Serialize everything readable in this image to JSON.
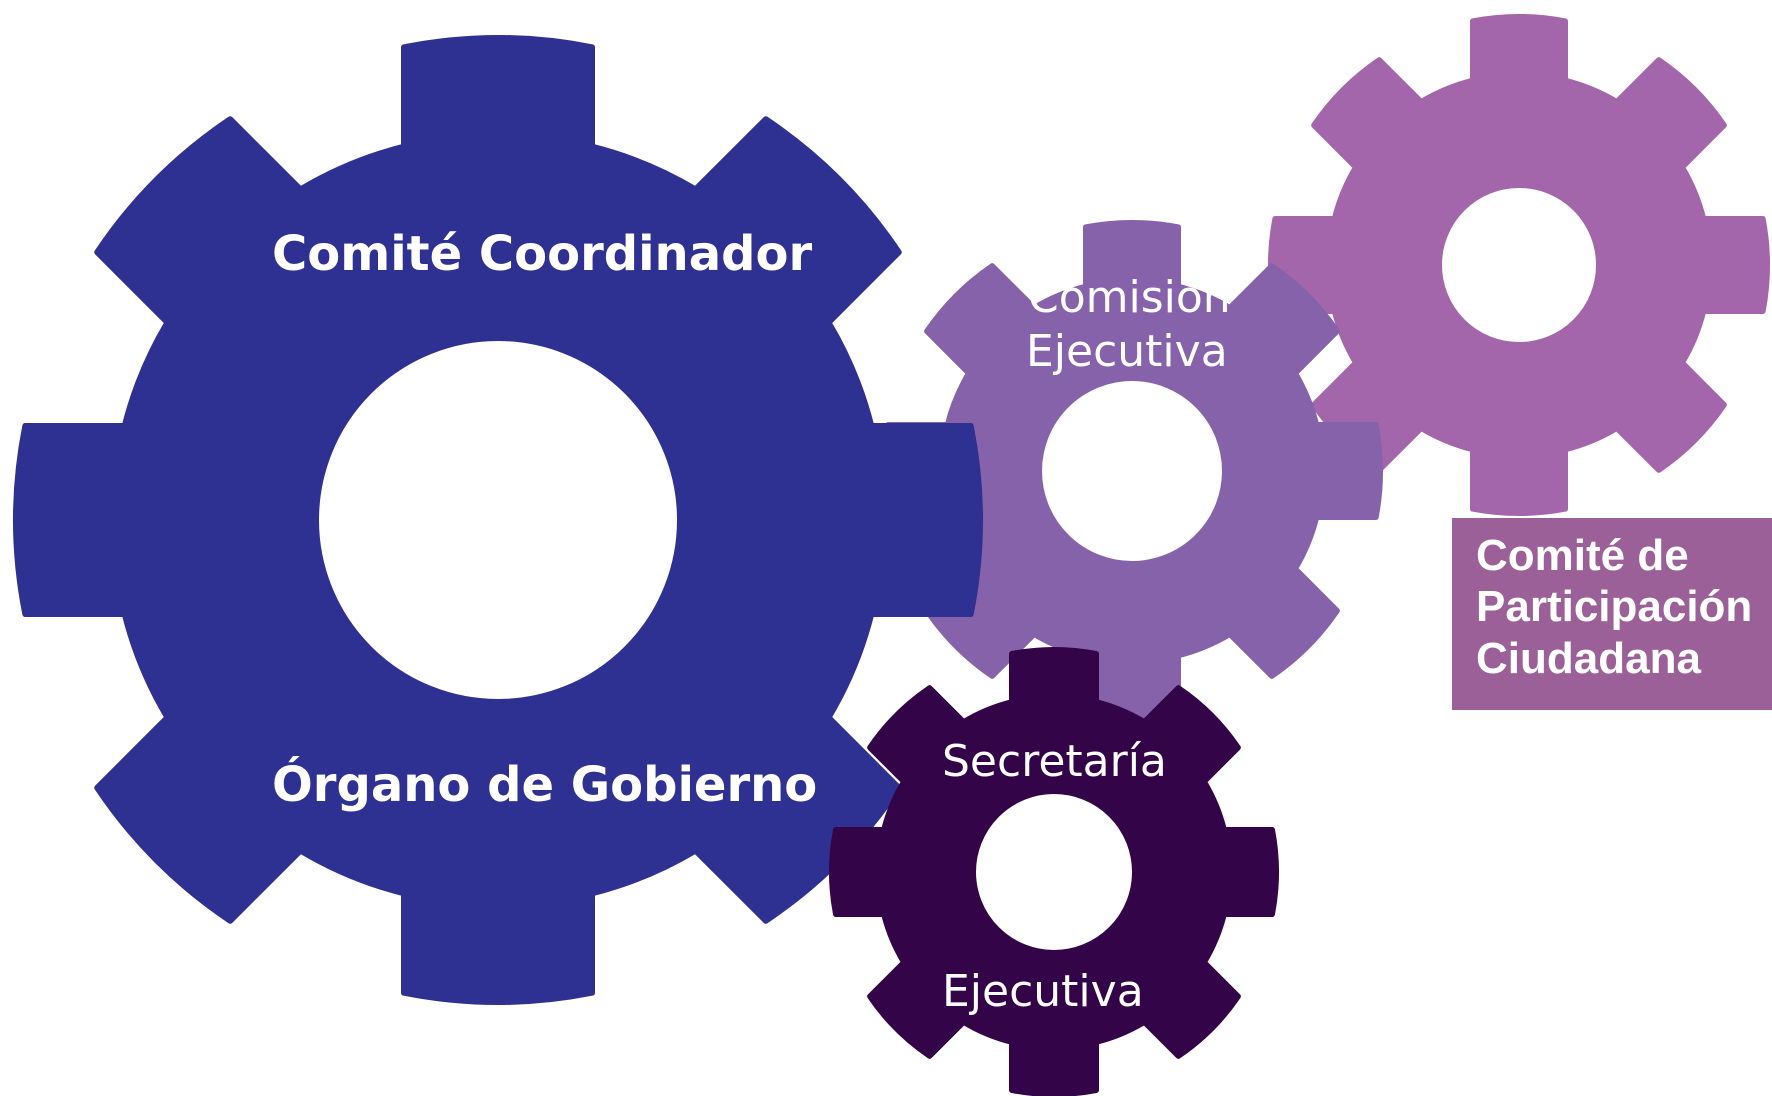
{
  "gears": {
    "coordinador": {
      "top_label": "Comité Coordinador",
      "bottom_label": "Órgano de Gobierno",
      "color": "#2e3191"
    },
    "comision": {
      "label_line1": "Comisión",
      "label_line2": "Ejecutiva",
      "color": "#8662aa"
    },
    "participacion": {
      "color": "#a466aa"
    },
    "secretaria": {
      "top_label": "Secretaría",
      "bottom_label": "Ejecutiva",
      "color": "#330448"
    }
  },
  "participacion_box": {
    "line1": "Comité de",
    "line2": "Participación",
    "line3": "Ciudadana",
    "color": "#9a6097"
  }
}
